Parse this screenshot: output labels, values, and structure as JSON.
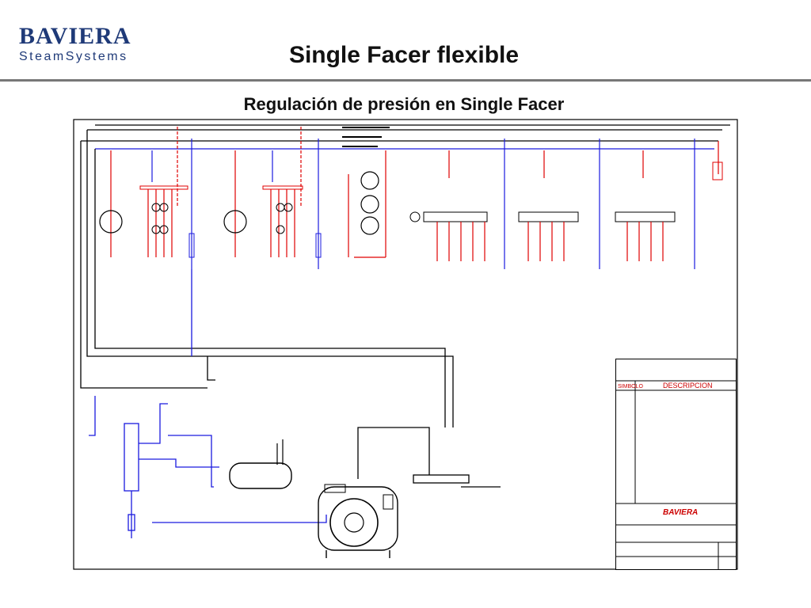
{
  "header": {
    "brand_name": "BAVIERA",
    "brand_sub": "SteamSystems",
    "title": "Single Facer flexible",
    "subtitle": "Regulación de presión en Single Facer"
  },
  "title_block": {
    "header": "DESCRIPCION",
    "header_label": "SIMBOLO",
    "company": "BAVIERA"
  },
  "colors": {
    "brand": "#1f3a78",
    "steam_line": "#1a1adf",
    "condensate_line": "#e00000",
    "frame": "#000000"
  }
}
